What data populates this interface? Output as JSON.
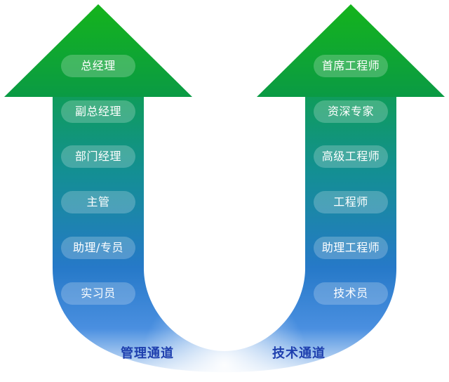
{
  "tracks": {
    "management": {
      "label": "管理通道",
      "levels": [
        "总经理",
        "副总经理",
        "部门经理",
        "主管",
        "助理/专员",
        "实习员"
      ]
    },
    "technical": {
      "label": "技术通道",
      "levels": [
        "首席工程师",
        "资深专家",
        "高级工程师",
        "工程师",
        "助理工程师",
        "技术员"
      ]
    }
  },
  "colors": {
    "arrow_top": "#0fae1c",
    "arrow_mid": "#139a8a",
    "arrow_low": "#2f78d6",
    "label_text": "#1e3fae",
    "pill_text": "#ffffff"
  }
}
